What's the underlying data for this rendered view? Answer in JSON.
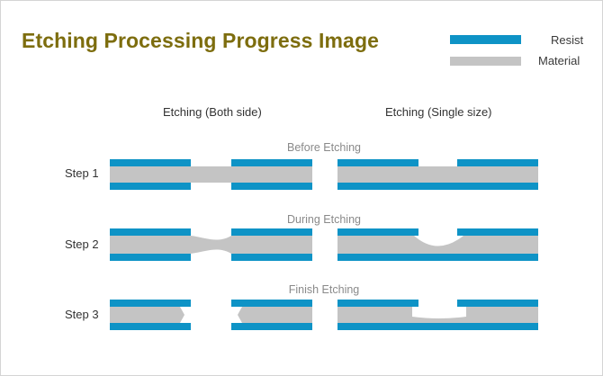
{
  "title": "Etching Processing Progress Image",
  "legend": {
    "resist": {
      "label": "Resist",
      "color": "#0e93c6"
    },
    "material": {
      "label": "Material",
      "color": "#c4c4c4"
    }
  },
  "columns": {
    "both": "Etching (Both side)",
    "single": "Etching (Single size)"
  },
  "stages": [
    {
      "step": "Step 1",
      "caption": "Before Etching"
    },
    {
      "step": "Step 2",
      "caption": "During Etching"
    },
    {
      "step": "Step 3",
      "caption": "Finish Etching"
    }
  ]
}
